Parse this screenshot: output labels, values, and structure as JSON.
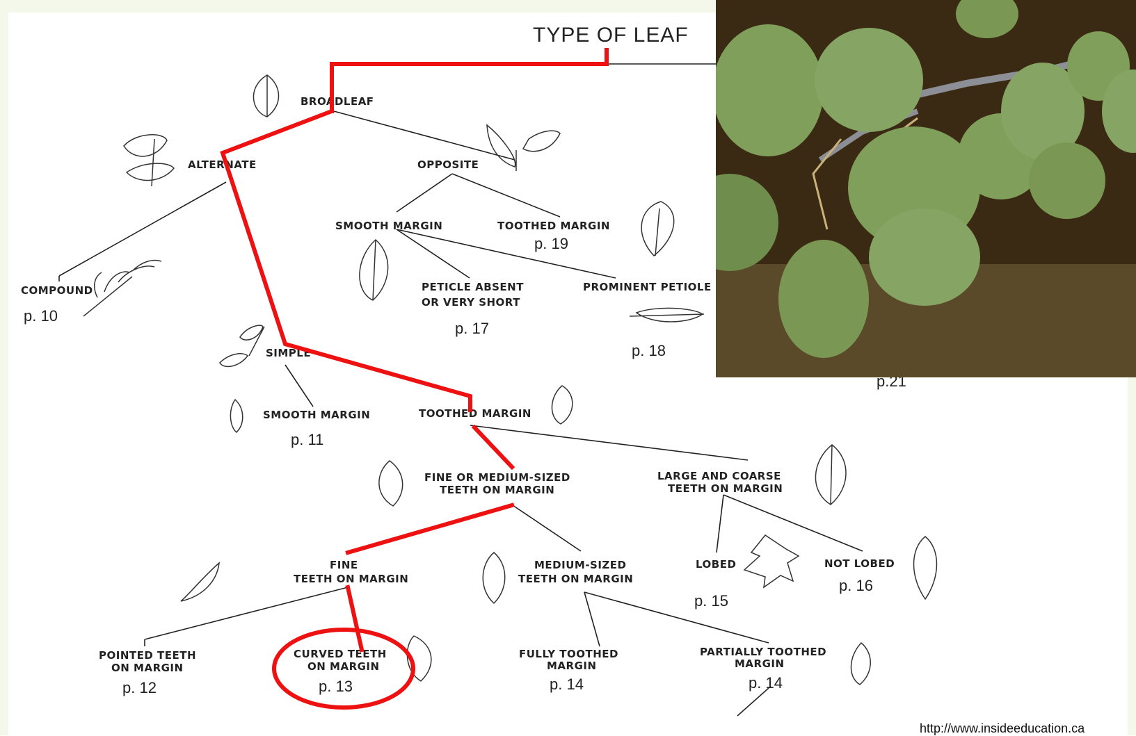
{
  "title": "TYPE OF LEAF",
  "nodes": {
    "broadleaf": "BROADLEAF",
    "alternate": "ALTERNATE",
    "opposite": "OPPOSITE",
    "opp_smooth": "SMOOTH MARGIN",
    "opp_toothed": "TOOTHED MARGIN",
    "opp_toothed_page": "p. 19",
    "compound": "COMPOUND",
    "compound_page": "p. 10",
    "petiole_absent_1": "PETICLE ABSENT",
    "petiole_absent_2": "OR VERY SHORT",
    "petiole_absent_page": "p. 17",
    "prominent_petiole": "PROMINENT PETIOLE",
    "prominent_petiole_page": "p. 18",
    "simple": "SIMPLE",
    "simple_smooth": "SMOOTH MARGIN",
    "simple_smooth_page": "p. 11",
    "simple_toothed": "TOOTHED MARGIN",
    "fine_medium_1": "FINE OR MEDIUM-SIZED",
    "fine_medium_2": "TEETH ON MARGIN",
    "large_coarse_1": "LARGE AND COARSE",
    "large_coarse_2": "TEETH ON MARGIN",
    "fine_1": "FINE",
    "fine_2": "TEETH ON MARGIN",
    "medium_1": "MEDIUM-SIZED",
    "medium_2": "TEETH ON MARGIN",
    "lobed": "LOBED",
    "lobed_page": "p. 15",
    "not_lobed": "NOT LOBED",
    "not_lobed_page": "p. 16",
    "pointed_1": "POINTED TEETH",
    "pointed_2": "ON MARGIN",
    "pointed_page": "p. 12",
    "curved_1": "CURVED TEETH",
    "curved_2": "ON MARGIN",
    "curved_page": "p. 13",
    "fully_1": "FULLY TOOTHED",
    "fully_2": "MARGIN",
    "fully_page": "p. 14",
    "partially_1": "PARTIALLY TOOTHED",
    "partially_2": "MARGIN",
    "partially_page": "p. 14",
    "p21": "p.21"
  },
  "credit": "http://www.insideeducation.ca",
  "colors": {
    "highlight": "#ee1111",
    "frame": "#f3f8ea",
    "photo_bg": "#3a2a14",
    "leaf_green": "#7f9f5a"
  }
}
